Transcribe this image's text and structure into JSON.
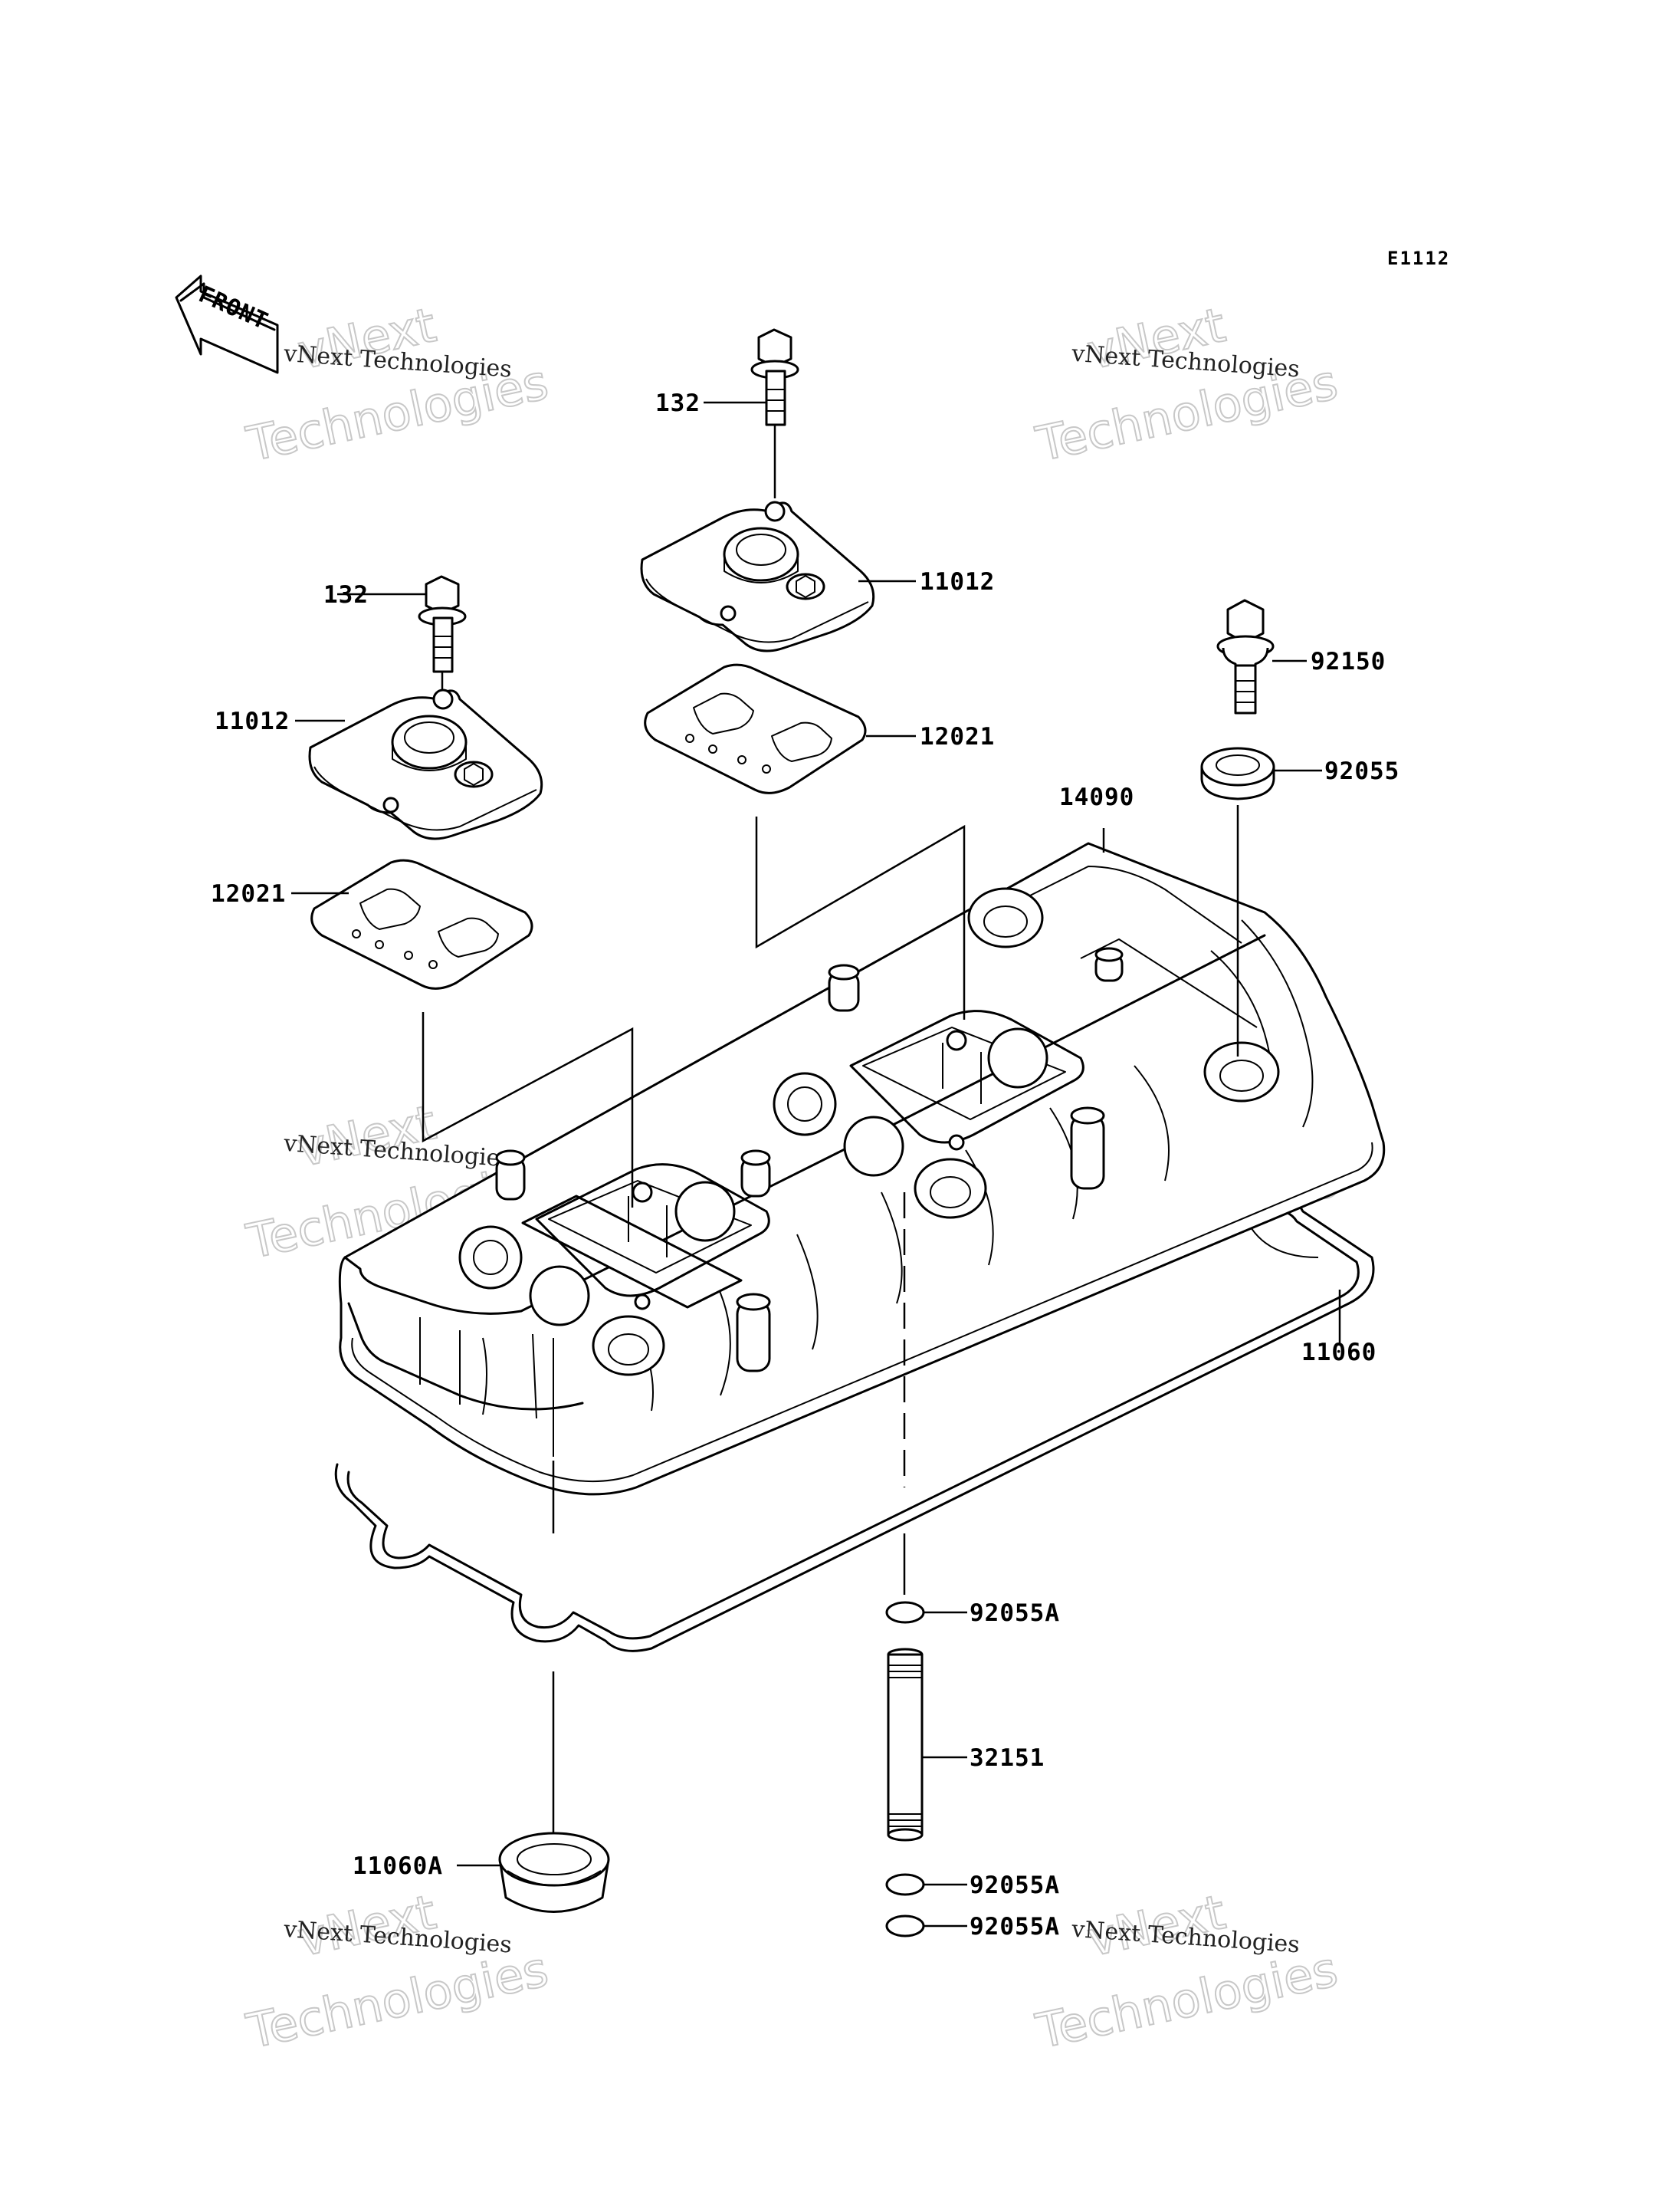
{
  "diagram_code": "E1112",
  "direction_arrow": {
    "text": "FRONT"
  },
  "watermark": {
    "brand": "vNext",
    "line1": "vNext Technologies",
    "line2": "Technologies"
  },
  "parts": {
    "bolt_left": "132",
    "bolt_center": "132",
    "cap_left": "11012",
    "cap_center": "11012",
    "gasket_left": "12021",
    "gasket_center": "12021",
    "cylinder_head_cover": "14090",
    "bolt_right": "92150",
    "washer_right": "92055",
    "cover_gasket": "11060",
    "plug_seal": "11060A",
    "o_ring_top": "92055A",
    "pipe": "32151",
    "o_ring_middle": "92055A",
    "o_ring_bottom": "92055A"
  },
  "icons": {
    "front_arrow": "front-arrow-icon",
    "bolt": "bolt-icon",
    "washer": "washer-icon",
    "o_ring": "o-ring-icon"
  }
}
